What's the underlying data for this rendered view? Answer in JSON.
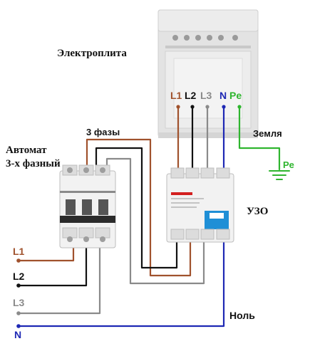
{
  "labels": {
    "stove": "Электроплита",
    "phases": "3 фазы",
    "breaker_line1": "Автомат",
    "breaker_line2": "3-х фазный",
    "rcd": "УЗО",
    "ground": "Земля",
    "neutral": "Ноль"
  },
  "stove_terminals": [
    "L1",
    "L2",
    "L3",
    "N",
    "Pe"
  ],
  "ground_terminal": "Pe",
  "input_lines": [
    "L1",
    "L2",
    "L3",
    "N"
  ],
  "colors": {
    "L1": "#a0522d",
    "L2": "#111111",
    "L3": "#8a8a8a",
    "N": "#1e28b4",
    "Pe": "#2fb52f"
  }
}
